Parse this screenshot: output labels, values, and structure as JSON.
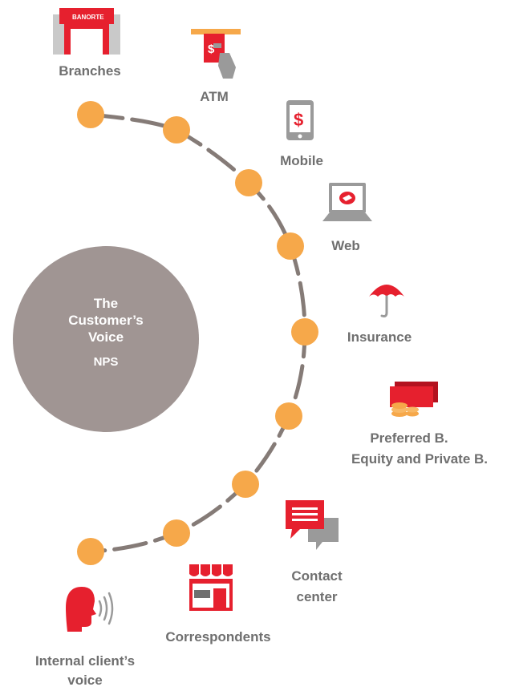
{
  "center": {
    "line1": "The",
    "line2": "Customer’s",
    "line3": "Voice",
    "sub": "NPS"
  },
  "channels": {
    "branches": "Branches",
    "branches_sign": "BANORTE",
    "atm": "ATM",
    "mobile": "Mobile",
    "web": "Web",
    "insurance": "Insurance",
    "preferred_line1": "Preferred B.",
    "preferred_line2": "Equity and Private B.",
    "contact_line1": "Contact",
    "contact_line2": "center",
    "correspondents": "Correspondents",
    "internal_line1": "Internal client’s",
    "internal_line2": "voice"
  },
  "colors": {
    "dot": "#f6a84a",
    "arc": "#857b77",
    "circle": "#a09593",
    "red": "#e6202e",
    "gray": "#9a9a9a",
    "label": "#6f6f6f"
  },
  "icons": [
    "branch-icon",
    "atm-icon",
    "mobile-icon",
    "web-icon",
    "umbrella-icon",
    "money-icon",
    "chat-icon",
    "store-icon",
    "voice-icon"
  ]
}
